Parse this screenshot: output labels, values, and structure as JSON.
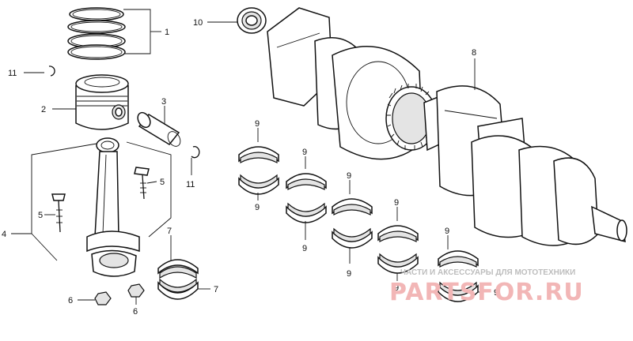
{
  "callouts": {
    "c1": "1",
    "c2": "2",
    "c3": "3",
    "c4": "4",
    "c5a": "5",
    "c5b": "5",
    "c6a": "6",
    "c6b": "6",
    "c7a": "7",
    "c7b": "7",
    "c8": "8",
    "c9a": "9",
    "c9b": "9",
    "c9c": "9",
    "c9d": "9",
    "c9e": "9",
    "c9f": "9",
    "c9g": "9",
    "c9h": "9",
    "c9i": "9",
    "c9j": "9",
    "c10": "10",
    "c11a": "11",
    "c11b": "11"
  },
  "watermark": {
    "tagline": "ЧАСТИ И АКСЕССУАРЫ ДЛЯ МОТОТЕХНИКИ",
    "brand": "PARTSFOR.RU"
  },
  "colors": {
    "line": "#111111",
    "watermark_brand": "#f2b6b6",
    "watermark_tagline": "#bdbdbd"
  }
}
